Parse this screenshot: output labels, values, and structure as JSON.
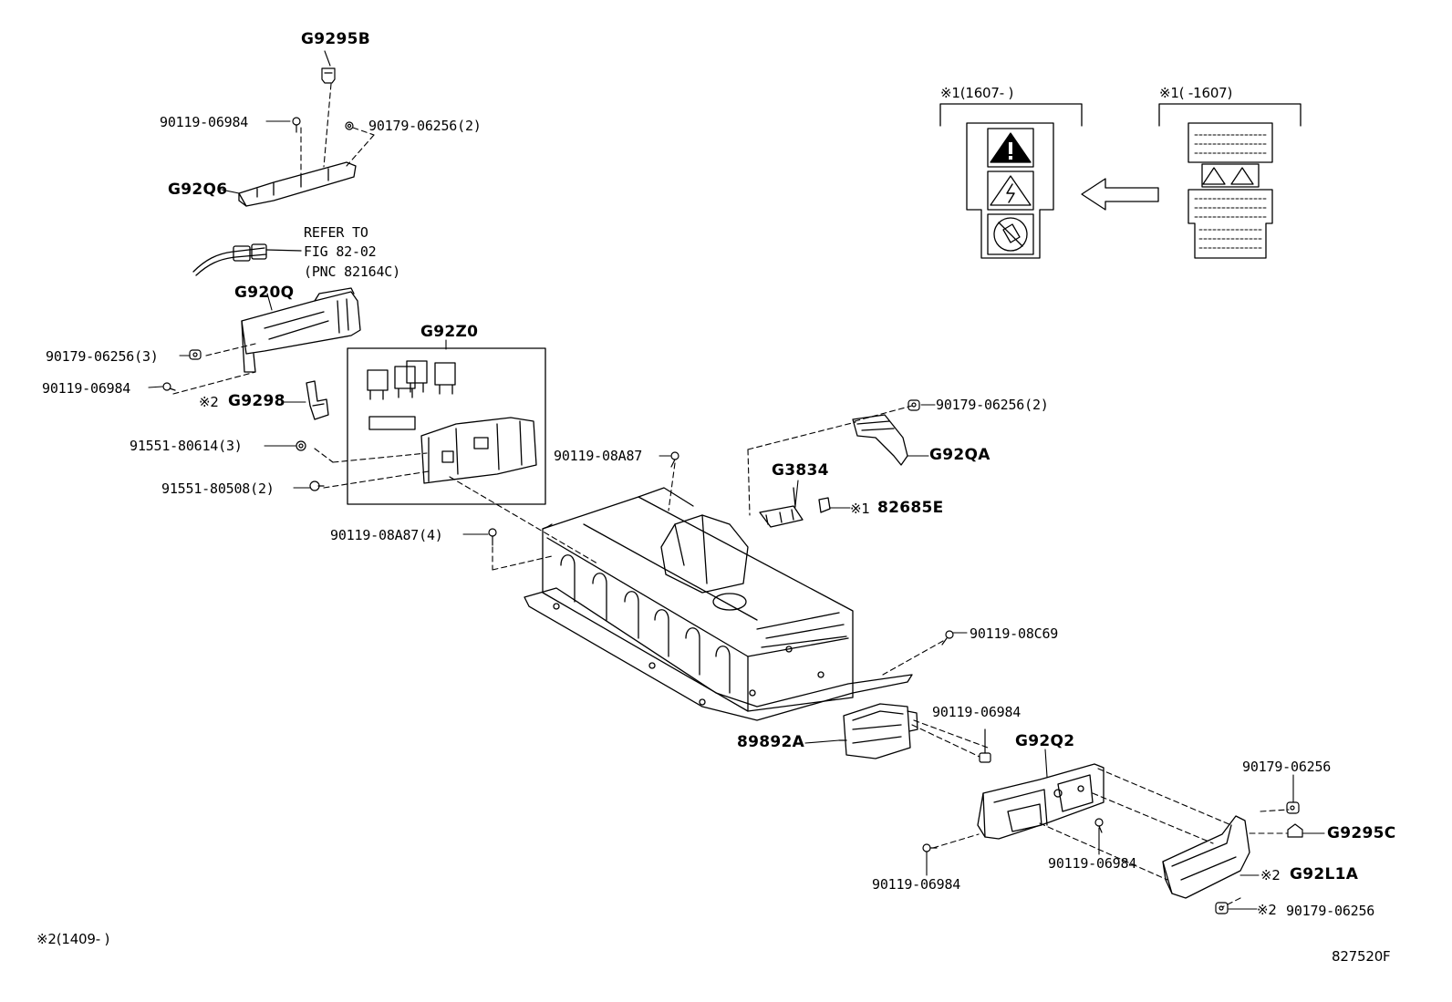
{
  "parts": {
    "g9295b": "G9295B",
    "p90119_06984_a": "90119-06984",
    "p90179_06256_2a": "90179-06256(2)",
    "g92q6": "G92Q6",
    "refer_line1": "REFER TO",
    "refer_line2": "FIG 82-02",
    "refer_line3": "(PNC 82164C)",
    "g920q": "G920Q",
    "p90179_06256_3": "90179-06256(3)",
    "p90119_06984_b": "90119-06984",
    "g9298_mark": "※2",
    "g9298": "G9298",
    "p91551_80614": "91551-80614(3)",
    "p91551_80508": "91551-80508(2)",
    "g92z0": "G92Z0",
    "p90119_08a87": "90119-08A87",
    "p90119_08a87_4": "90119-08A87(4)",
    "p90179_06256_2b": "90179-06256(2)",
    "g92qa": "G92QA",
    "g3834": "G3834",
    "p82685e_mark": "※1",
    "p82685e": "82685E",
    "p90119_08c69": "90119-08C69",
    "p90119_06984_c": "90119-06984",
    "p89892a": "89892A",
    "g92q2": "G92Q2",
    "p90179_06256": "90179-06256",
    "g9295c": "G9295C",
    "p90119_06984_d": "90119-06984",
    "p90119_06984_e": "90119-06984",
    "g92l1a_mark": "※2",
    "g92l1a": "G92L1A",
    "p90179_06256_last_mark": "※2",
    "p90179_06256_last": "90179-06256"
  },
  "notes": {
    "label_new": "※1(1607-   )",
    "label_old": "※1(   -1607)",
    "footnote": "※2(1409-   )",
    "figure_id": "827520F"
  }
}
